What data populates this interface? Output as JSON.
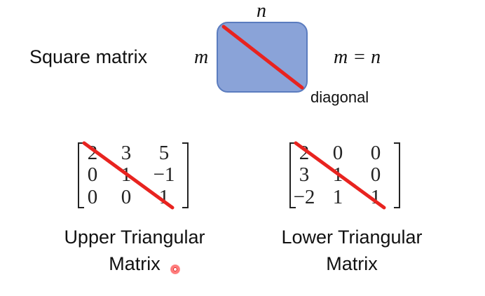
{
  "square": {
    "label": "Square matrix",
    "row_symbol": "m",
    "col_symbol": "n",
    "condition": "m = n",
    "diagonal_label": "diagonal",
    "box_color": "#8aa3d8",
    "diagonal_color": "#e8231f"
  },
  "upper": {
    "rows": [
      [
        "2",
        "3",
        "5"
      ],
      [
        "0",
        "1",
        "−1"
      ],
      [
        "0",
        "0",
        "1"
      ]
    ],
    "caption_line1": "Upper Triangular",
    "caption_line2": "Matrix"
  },
  "lower": {
    "rows": [
      [
        "2",
        "0",
        "0"
      ],
      [
        "3",
        "1",
        "0"
      ],
      [
        "−2",
        "1",
        "1"
      ]
    ],
    "caption_line1": "Lower Triangular",
    "caption_line2": "Matrix"
  }
}
